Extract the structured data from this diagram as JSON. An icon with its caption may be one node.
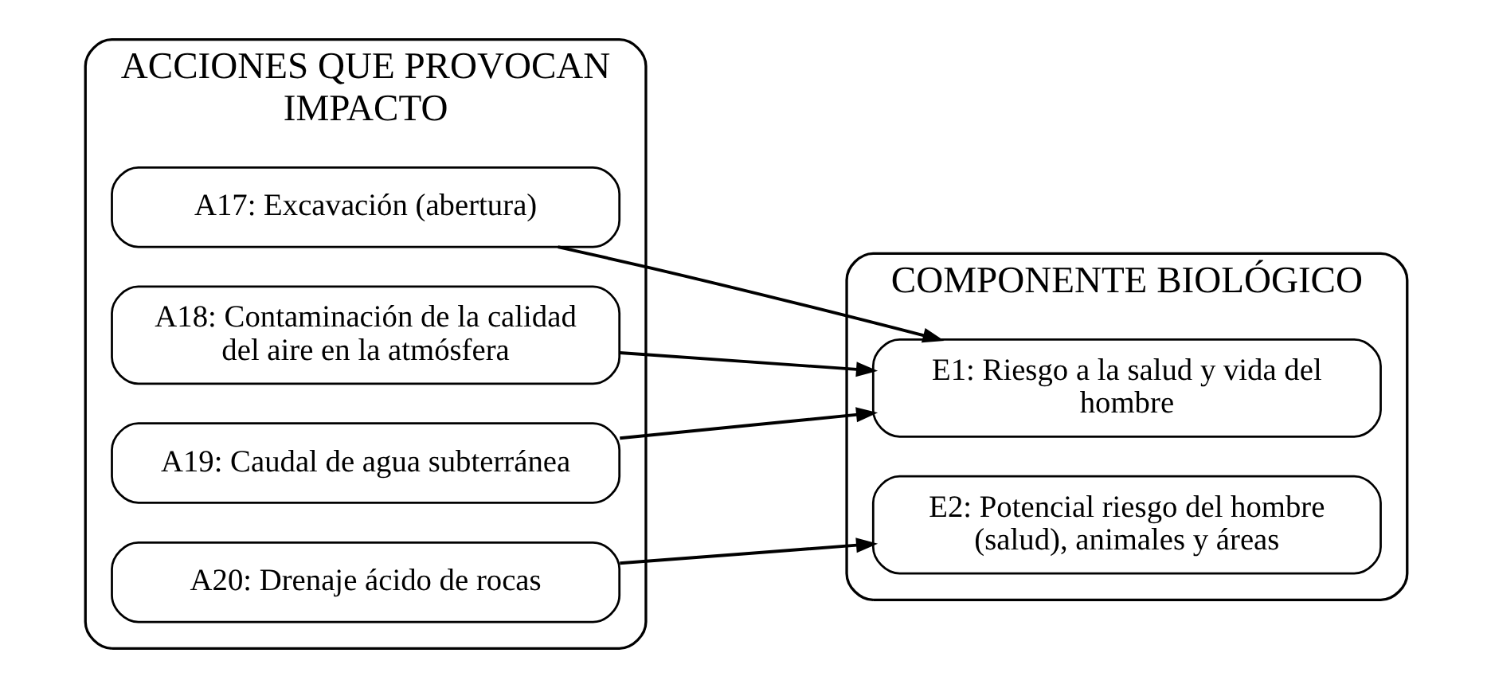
{
  "diagram": {
    "nodes": [
      {
        "text": [
          "ACCIONES QUE PROVOCAN IMPACTO"
        ]
      },
      {
        "text": [
          "A17: Excavación (abertura)"
        ],
        "in": 0
      },
      {
        "text": [
          "A18: Contaminación de la calidad del aire en la atmósfera"
        ],
        "in": 0
      },
      {
        "text": [
          "A19: Caudal de agua subterránea"
        ],
        "in": 0
      },
      {
        "text": [
          "A20: Drenaje ácido de rocas"
        ],
        "in": 0
      },
      {
        "text": [
          "COMPONENTE BIOLÓGICO"
        ]
      },
      {
        "text": [
          "E1: Riesgo a la salud y vida del hombre"
        ],
        "in": 5
      },
      {
        "text": [
          "E2: Potencial riesgo del hombre (salud), animales y áreas"
        ],
        "in": 5
      }
    ],
    "edges": [
      {
        "from": 1,
        "to": 6,
        "arrow": "to"
      },
      {
        "from": 2,
        "to": 6,
        "arrow": "to"
      },
      {
        "from": 3,
        "to": 6,
        "arrow": "to"
      },
      {
        "from": 4,
        "to": 7,
        "arrow": "to"
      }
    ]
  }
}
